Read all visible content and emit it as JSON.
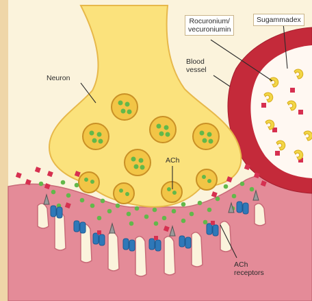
{
  "labels": {
    "neuron": "Neuron",
    "rocuronium": "Rocuronium/\nvecuroniumin",
    "sugammadex": "Sugammadex",
    "blood_vessel": "Blood\nvessel",
    "ach": "ACh",
    "ach_receptors": "ACh\nreceptors"
  },
  "colors": {
    "background": "#fbf3dc",
    "neuron": "#fbe27c",
    "vesicle": "#f0c040",
    "ach": "#62b84a",
    "muscle": "#e58c98",
    "vessel_wall": "#c42a3a",
    "receptor": "#2f78b8",
    "drug": "#d63050",
    "sugammadex": "#f2d646"
  }
}
